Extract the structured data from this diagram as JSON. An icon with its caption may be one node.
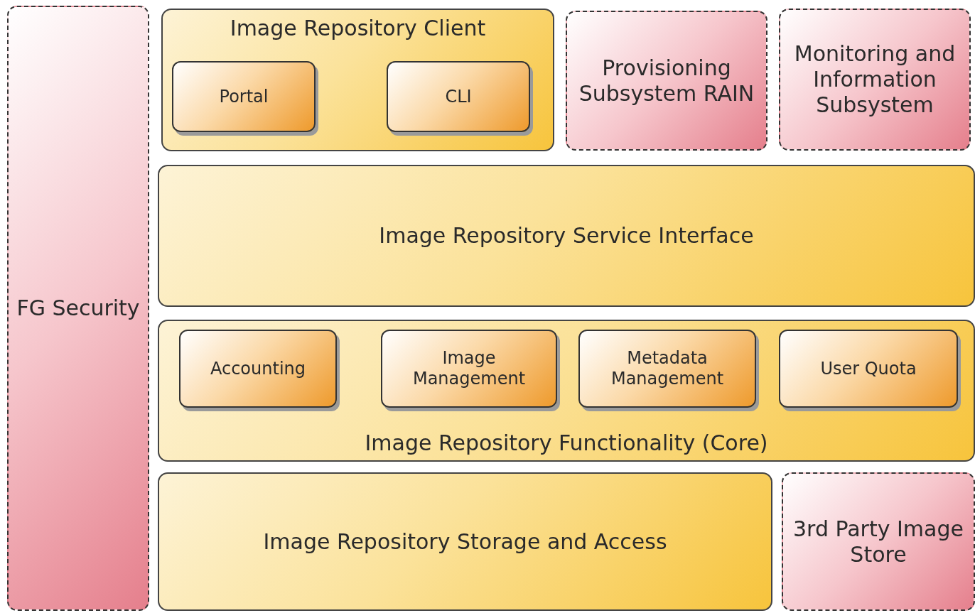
{
  "diagram": {
    "nodes": [
      {
        "text": [
          "FG Security"
        ]
      },
      {
        "text": [
          "Image Repository Client"
        ]
      },
      {
        "text": [
          "Portal"
        ],
        "in": 1
      },
      {
        "text": [
          "CLI"
        ],
        "in": 1
      },
      {
        "text": [
          "Provisioning Subsystem RAIN"
        ]
      },
      {
        "text": [
          "Monitoring and Information Subsystem"
        ]
      },
      {
        "text": [
          "Image Repository Service Interface"
        ]
      },
      {
        "text": [
          "Image Repository Functionality (Core)"
        ]
      },
      {
        "text": [
          "Accounting"
        ],
        "in": 7
      },
      {
        "text": [
          "Image Management"
        ],
        "in": 7
      },
      {
        "text": [
          "Metadata Management"
        ],
        "in": 7
      },
      {
        "text": [
          "User Quota"
        ],
        "in": 7
      },
      {
        "text": [
          "Image Repository Storage and Access"
        ]
      },
      {
        "text": [
          "3rd Party Image Store"
        ]
      }
    ]
  }
}
